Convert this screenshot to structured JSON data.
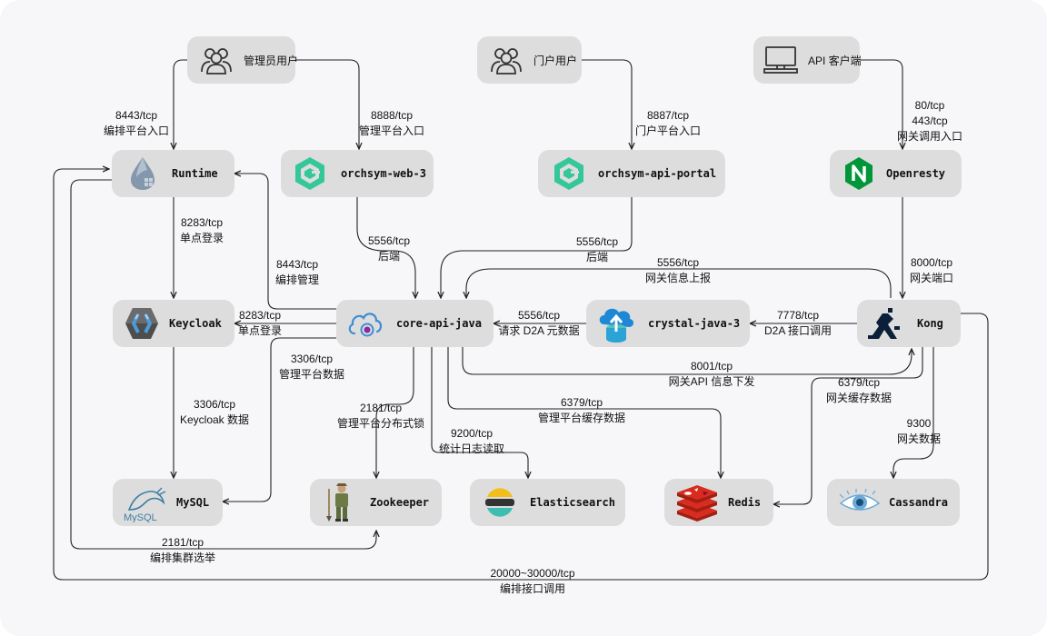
{
  "nodes": {
    "admin_user": "管理员用户",
    "portal_user": "门户用户",
    "api_client": "API 客户端",
    "runtime": "Runtime",
    "orchsym_web": "orchsym-web-3",
    "orchsym_api_portal": "orchsym-api-portal",
    "openresty": "Openresty",
    "keycloak": "Keycloak",
    "core_api": "core-api-java",
    "crystal": "crystal-java-3",
    "kong": "Kong",
    "mysql": "MySQL",
    "mysql_logo_text": "MySQL",
    "zookeeper": "Zookeeper",
    "elasticsearch": "Elasticsearch",
    "redis": "Redis",
    "cassandra": "Cassandra"
  },
  "edges": {
    "admin_runtime": [
      "8443/tcp",
      "编排平台入口"
    ],
    "admin_web": [
      "8888/tcp",
      "管理平台入口"
    ],
    "portal_apiportal": [
      "8887/tcp",
      "门户平台入口"
    ],
    "client_openresty": [
      "80/tcp",
      "443/tcp",
      "网关调用入口"
    ],
    "runtime_keycloak": [
      "8283/tcp",
      "单点登录"
    ],
    "core_runtime": [
      "8443/tcp",
      "编排管理"
    ],
    "web_core": [
      "5556/tcp",
      "后端"
    ],
    "apiportal_core": [
      "5556/tcp",
      "后端"
    ],
    "kong_core": [
      "5556/tcp",
      "网关信息上报"
    ],
    "openresty_kong": [
      "8000/tcp",
      "网关端口"
    ],
    "core_keycloak": [
      "8283/tcp",
      "单点登录"
    ],
    "crystal_core": [
      "5556/tcp",
      "请求 D2A 元数据"
    ],
    "kong_crystal": [
      "7778/tcp",
      "D2A 接口调用"
    ],
    "core_kong": [
      "8001/tcp",
      "网关API 信息下发"
    ],
    "core_mysql": [
      "3306/tcp",
      "管理平台数据"
    ],
    "keycloak_mysql": [
      "3306/tcp",
      "Keycloak 数据"
    ],
    "core_zk": [
      "2181/tcp",
      "管理平台分布式锁"
    ],
    "core_es": [
      "9200/tcp",
      "统计日志读取"
    ],
    "core_redis": [
      "6379/tcp",
      "管理平台缓存数据"
    ],
    "kong_redis": [
      "6379/tcp",
      "网关缓存数据"
    ],
    "kong_cassandra": [
      "9300",
      "网关数据"
    ],
    "runtime_zk": [
      "2181/tcp",
      "编排集群选举"
    ],
    "kong_runtime": [
      "20000~30000/tcp",
      "编排接口调用"
    ]
  },
  "colors": {
    "node_bg": "#dddddd",
    "wire": "#222222",
    "orchsym_green": "#34c79a",
    "nginx_green": "#009639",
    "kong_navy": "#0b1f3a",
    "redis_red": "#d82c20",
    "keycloak_blue": "#4d9ad9"
  }
}
